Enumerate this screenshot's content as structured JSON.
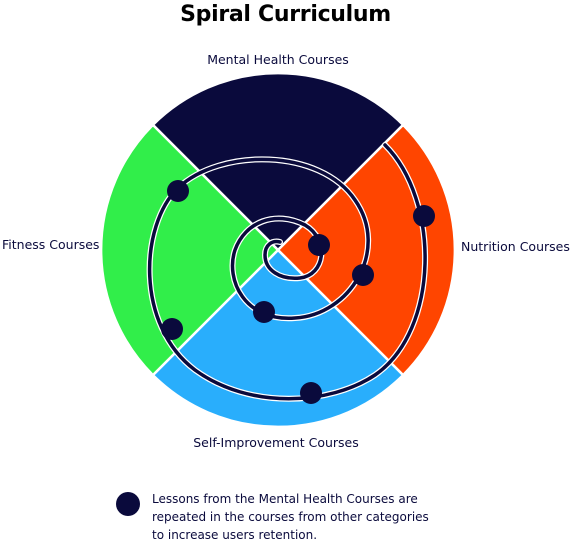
{
  "title": "Spiral Curriculum",
  "segments": [
    {
      "key": "mental_health",
      "label": "Mental Health Courses",
      "color": "#0a0a3c"
    },
    {
      "key": "nutrition",
      "label": "Nutrition Courses",
      "color": "#ff4500"
    },
    {
      "key": "self_improvement",
      "label": "Self-Improvement Courses",
      "color": "#29aefc"
    },
    {
      "key": "fitness",
      "label": "Fitness Courses",
      "color": "#31ee4a"
    }
  ],
  "legend": {
    "lines": [
      "Lessons from the Mental Health Courses are",
      "repeated in the courses from other categories",
      "to increase users retention."
    ],
    "marker_color": "#0a0a3c"
  }
}
